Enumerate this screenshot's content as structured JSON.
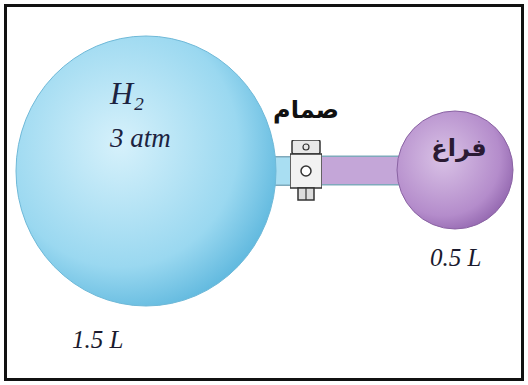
{
  "diagram": {
    "nodes": [
      {
        "text": [
          "H₂",
          "3 atm"
        ]
      },
      {
        "text": [
          "صمام"
        ]
      },
      {
        "text": [
          "فراغ"
        ]
      }
    ],
    "edges": [
      {
        "from": 0,
        "to": 1,
        "arrow": "none"
      },
      {
        "from": 1,
        "to": 2,
        "arrow": "none"
      }
    ],
    "labels": [
      "1.5 L",
      "0.5 L"
    ]
  }
}
